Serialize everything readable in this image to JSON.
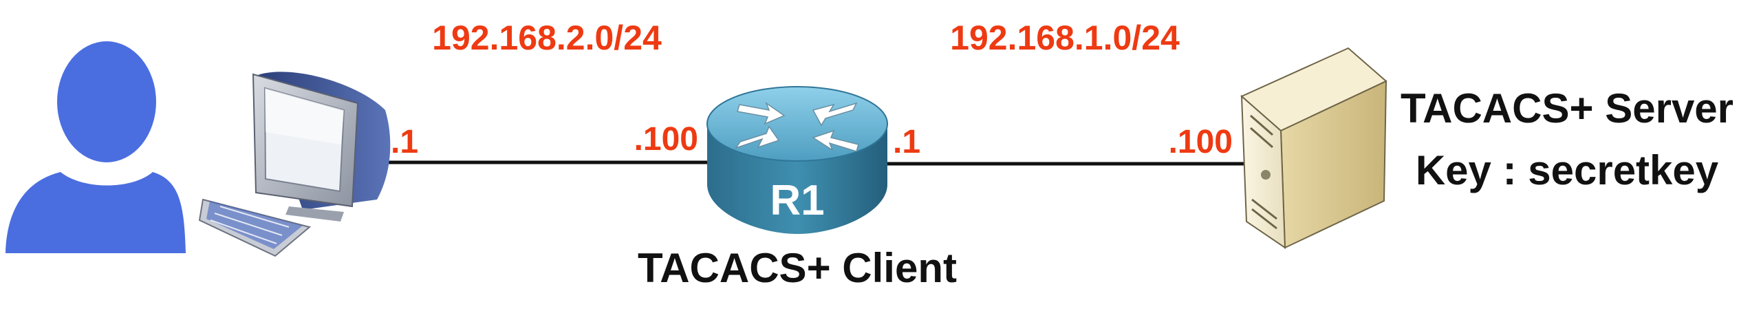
{
  "subnets": {
    "left": "192.168.2.0/24",
    "right": "192.168.1.0/24"
  },
  "interfaces": {
    "pc": ".1",
    "router_left": ".100",
    "router_right": ".1",
    "server": ".100"
  },
  "router": {
    "name": "R1",
    "caption": "TACACS+ Client"
  },
  "server": {
    "title": "TACACS+ Server",
    "key": "Key : secretkey"
  },
  "colors": {
    "subnet_text": "#ee3a12",
    "user_icon": "#4a6ee0",
    "router_body": "#3f8fb0",
    "link_line": "#111111"
  },
  "icons": [
    "user-icon",
    "computer-icon",
    "keyboard-icon",
    "router-icon",
    "server-icon"
  ]
}
